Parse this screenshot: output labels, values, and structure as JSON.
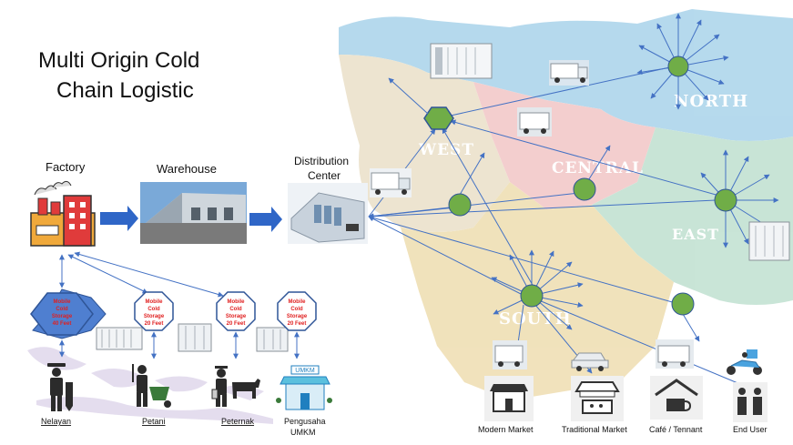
{
  "title_line1": "Multi Origin Cold",
  "title_line2": "Chain Logistic",
  "factory_label": "Factory",
  "warehouse_label": "Warehouse",
  "distribution_label_line1": "Distribution",
  "distribution_label_line2": "Center",
  "storage_left": {
    "line1": "Mobile",
    "line2": "Cold",
    "line3": "Storage",
    "line4": "40 Feet"
  },
  "storage_small": {
    "line1": "Mobile",
    "line2": "Cold",
    "line3": "Storage",
    "line4": "20 Feet"
  },
  "origins": {
    "nelayan": "Nelayan",
    "petani": "Petani",
    "peternak": "Peternak",
    "pengusaha_line1": "Pengusaha",
    "pengusaha_line2": "UMKM"
  },
  "umkm_sign": "UMKM",
  "regions": {
    "north": "NORTH",
    "west": "WEST",
    "central": "CENTRAL",
    "east": "EAST",
    "south": "SOUTH"
  },
  "destinations": {
    "modern": "Modern Market",
    "traditional": "Traditional Market",
    "cafe": "Café / Tennant",
    "enduser": "End User"
  },
  "colors": {
    "arrow": "#4472c4",
    "hub_green": "#70ad47",
    "hex_blue": "#4f7fd0",
    "octagon_border": "#2f5597",
    "storage_text": "#e02020",
    "map_north": "#a9d3ea",
    "map_west": "#eae0c8",
    "map_central": "#f2c6c6",
    "map_east": "#bfe0d0",
    "map_south": "#eeddb0"
  }
}
